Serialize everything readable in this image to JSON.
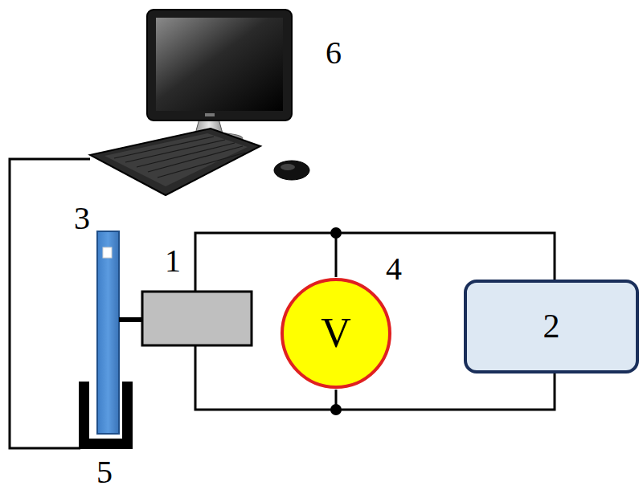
{
  "diagram": {
    "nodes": [
      {
        "text": [
          "V"
        ]
      },
      {
        "text": [
          "2"
        ]
      }
    ],
    "edges": [
      {
        "from": 0,
        "to": 1,
        "arrow": "none"
      },
      {
        "from": 0,
        "to": 1,
        "arrow": "none"
      }
    ],
    "labels": [
      "6",
      "3",
      "1",
      "4",
      "5"
    ]
  }
}
